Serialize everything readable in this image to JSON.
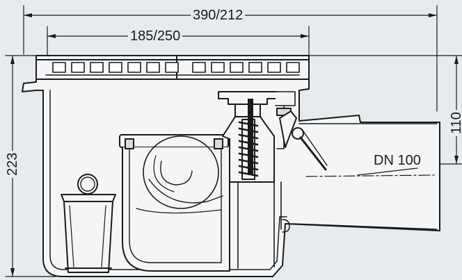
{
  "dimensions": {
    "overall_width": "390/212",
    "grate_width": "185/250",
    "total_height": "223",
    "outlet_height": "110"
  },
  "outlet_label": "DN 100",
  "colors": {
    "background": "#e8ebed",
    "body_fill": "#f4f5f6",
    "line": "#1a1a1a"
  }
}
